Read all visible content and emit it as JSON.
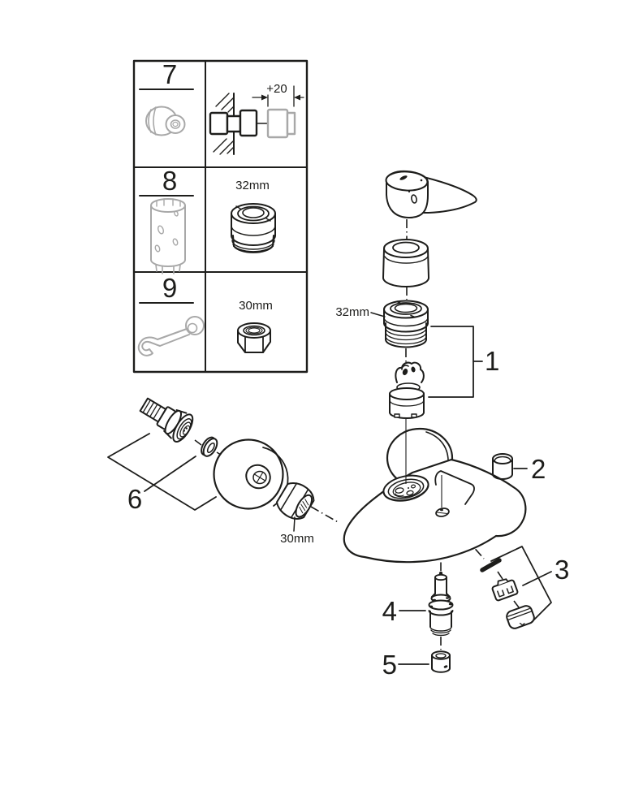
{
  "colors": {
    "ink": "#1d1d1b",
    "tool_gray": "#a8a8a8",
    "background": "#ffffff"
  },
  "toolbox": {
    "rows": [
      {
        "num": "7",
        "dim_label": "+20"
      },
      {
        "num": "8",
        "size_label": "32mm"
      },
      {
        "num": "9",
        "size_label": "30mm"
      }
    ]
  },
  "exploded": {
    "callout_1": "1",
    "callout_2": "2",
    "callout_3": "3",
    "callout_4": "4",
    "callout_5": "5",
    "callout_6": "6",
    "cartridge_ring_size": "32mm",
    "union_nut_size": "30mm"
  }
}
